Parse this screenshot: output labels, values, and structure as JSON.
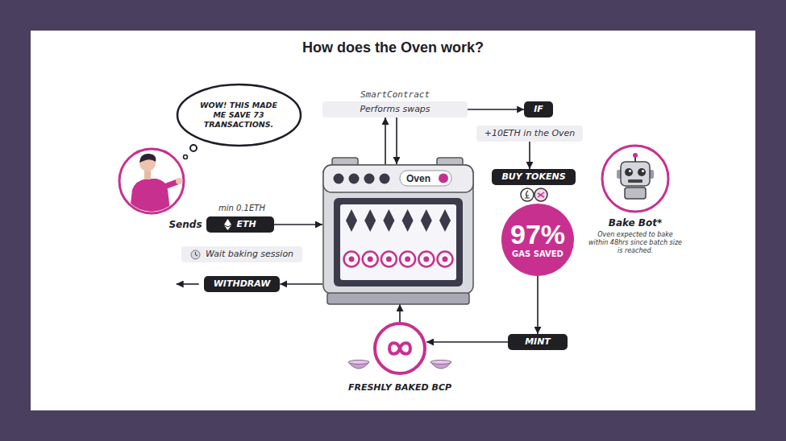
{
  "diagram": {
    "title": "How does the Oven work?",
    "nodes": [
      {
        "text": [
          "WOW! THIS MADE ME SAVE 73 TRANSACTIONS."
        ]
      },
      {
        "text": [
          "SmartContract",
          "Performs swaps"
        ]
      },
      {
        "text": [
          "IF"
        ]
      },
      {
        "text": [
          "+10ETH in the Oven"
        ]
      },
      {
        "text": [
          "BUY TOKENS"
        ]
      },
      {
        "text": [
          "97%",
          "GAS SAVED"
        ]
      },
      {
        "text": [
          "Bake Bot*",
          "Oven expected to bake within 48hrs since batch size is reached."
        ]
      },
      {
        "text": [
          "ETH"
        ]
      },
      {
        "text": [
          "Oven"
        ]
      },
      {
        "text": [
          "Wait baking session"
        ]
      },
      {
        "text": [
          "WITHDRAW"
        ]
      },
      {
        "text": [
          "MINT"
        ]
      },
      {
        "text": [
          "FRESHLY BAKED BCP"
        ]
      }
    ],
    "edges": [
      {
        "from": 1,
        "to": 2,
        "arrow": "to"
      },
      {
        "from": 1,
        "to": 8,
        "arrow": "to"
      },
      {
        "from": 8,
        "to": 1,
        "arrow": "to"
      },
      {
        "from": 3,
        "to": 4,
        "arrow": "to"
      },
      {
        "from": 5,
        "to": 11,
        "arrow": "to"
      },
      {
        "from": 11,
        "to": 12,
        "arrow": "to"
      },
      {
        "from": 12,
        "to": 8,
        "arrow": "to"
      },
      {
        "from": 7,
        "to": 8,
        "arrow": "to"
      },
      {
        "from": 8,
        "to": 10,
        "arrow": "to"
      }
    ],
    "labels": [
      "Sends",
      "min 0.1ETH"
    ]
  }
}
